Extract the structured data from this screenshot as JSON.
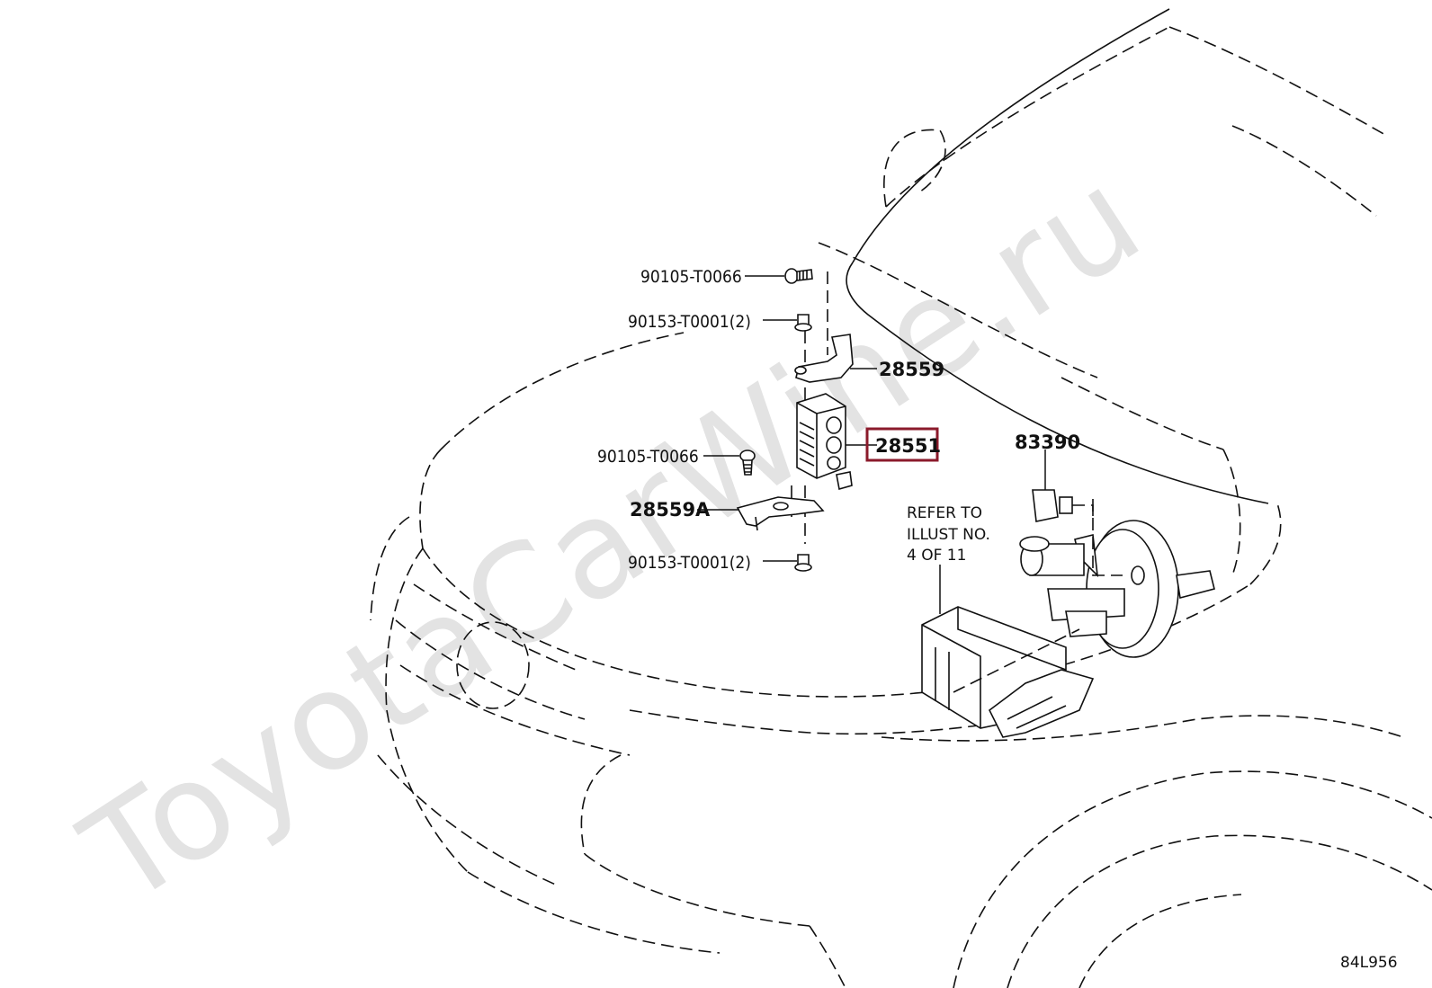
{
  "watermark": "ToyotaCarWine.ru",
  "diagram_code": "84L956",
  "callouts": {
    "bolt_top": "90105-T0066",
    "nut_top": "90153-T0001(2)",
    "bracket_upper": "28559",
    "relay_block": "28551",
    "bolt_lower": "90105-T0066",
    "bracket_lower": "28559A",
    "nut_lower": "90153-T0001(2)",
    "switch": "83390"
  },
  "refer_note": {
    "line1": "REFER TO",
    "line2": "ILLUST NO.",
    "line3": "4 OF 11"
  },
  "highlight_color": "#8b1a2b"
}
